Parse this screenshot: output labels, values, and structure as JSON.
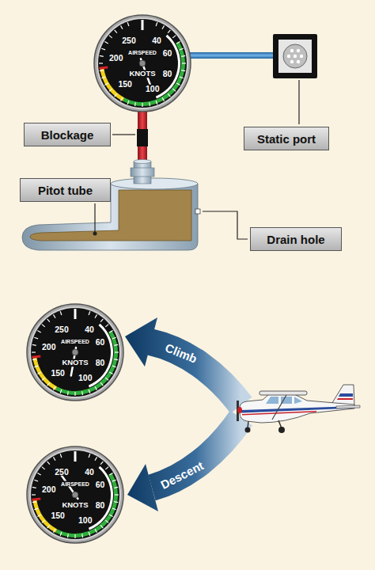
{
  "diagram": {
    "nodes": [
      {
        "text": [
          "250",
          "40",
          "60",
          "80",
          "100",
          "150",
          "200",
          "AIRSPEED",
          "KNOTS"
        ]
      },
      {
        "text": [
          "Blockage"
        ]
      },
      {
        "text": [
          "Static port"
        ]
      },
      {
        "text": [
          "Pitot tube"
        ]
      },
      {
        "text": [
          "Drain hole"
        ]
      },
      {
        "text": [
          "250",
          "40",
          "60",
          "80",
          "100",
          "150",
          "200",
          "AIRSPEED",
          "KNOTS"
        ]
      },
      {
        "text": [
          "250",
          "40",
          "60",
          "80",
          "100",
          "150",
          "200",
          "AIRSPEED",
          "KNOTS"
        ]
      }
    ],
    "labels": [
      "Climb",
      "Descent"
    ]
  }
}
